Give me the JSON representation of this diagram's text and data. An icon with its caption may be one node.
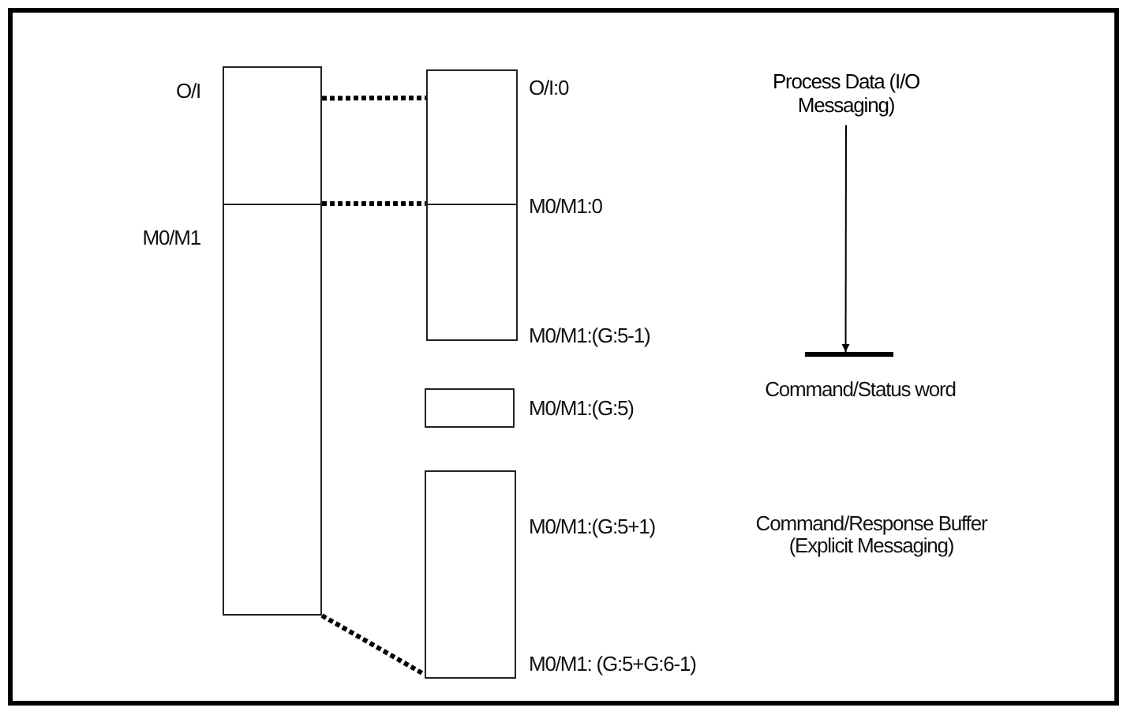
{
  "diagram": {
    "nodes": [
      {
        "text": [],
        "shape": "box",
        "beside": [
          "O/I"
        ]
      },
      {
        "text": [],
        "shape": "box",
        "beside": [
          "M0/M1"
        ]
      },
      {
        "text": [],
        "shape": "box",
        "beside": [
          "O/I:0"
        ]
      },
      {
        "text": [],
        "shape": "box",
        "beside": [
          "M0/M1:0",
          "M0/M1:(G:5-1)"
        ]
      },
      {
        "text": [],
        "shape": "box",
        "beside": [
          "M0/M1:(G:5)"
        ]
      },
      {
        "text": [],
        "shape": "box",
        "beside": [
          "M0/M1:(G:5+1)",
          "M0/M1: (G:5+G:6-1)"
        ]
      },
      {
        "text": [
          "Process Data (I/O Messaging)"
        ]
      },
      {
        "text": [],
        "shape": "bar",
        "beside": [
          "Command/Status word"
        ]
      }
    ],
    "edges": [
      {
        "from": 0,
        "to": 2,
        "arrow": "none",
        "style": "dashed"
      },
      {
        "from": 1,
        "to": 3,
        "arrow": "none",
        "style": "dashed"
      },
      {
        "from": 1,
        "to": 5,
        "arrow": "none",
        "style": "dashed"
      },
      {
        "from": 6,
        "to": 7,
        "arrow": "to"
      }
    ],
    "labels": [
      "Command/Response Buffer (Explicit Messaging)"
    ]
  }
}
